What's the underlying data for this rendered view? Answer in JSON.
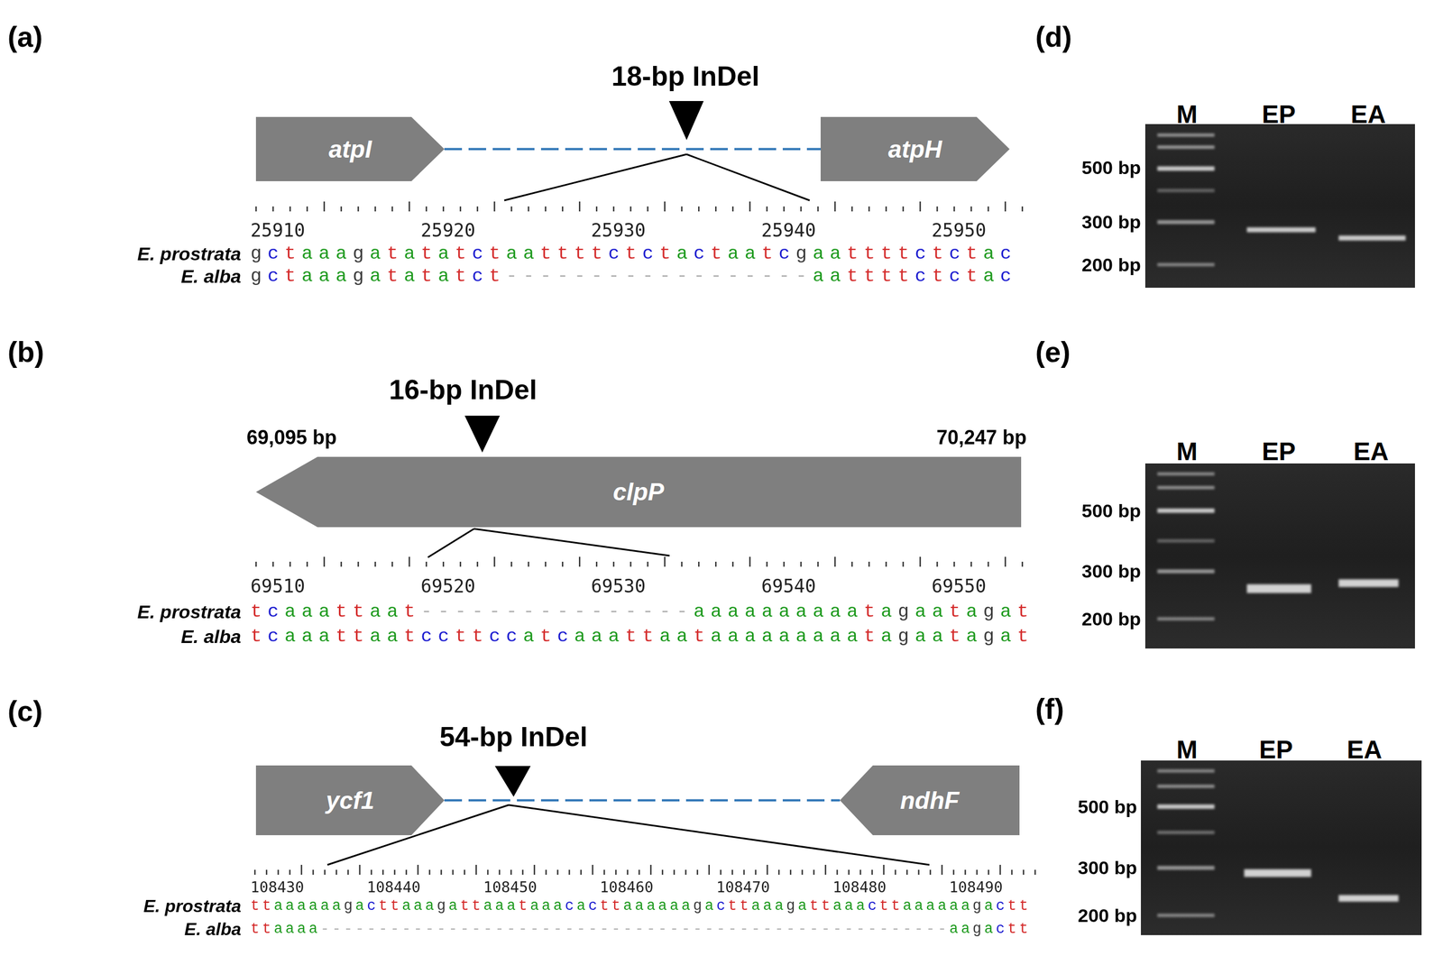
{
  "diagram": {
    "nodes": [
      {
        "text": [
          "atpI"
        ]
      },
      {
        "text": [
          "atpH"
        ]
      },
      {
        "text": [
          "clpP"
        ]
      },
      {
        "text": [
          "ycf1"
        ]
      },
      {
        "text": [
          "ndhF"
        ]
      },
      {
        "text": [
          "M",
          "EP",
          "EA"
        ]
      },
      {
        "text": [
          "M",
          "EP",
          "EA"
        ]
      },
      {
        "text": [
          "M",
          "EP",
          "EA"
        ]
      }
    ],
    "edges": [
      {
        "from": 0,
        "to": 1,
        "arrow": "none"
      },
      {
        "from": 3,
        "to": 4,
        "arrow": "none"
      }
    ],
    "labels": [
      "(a)",
      "18-bp InDel",
      "25910",
      "25920",
      "25930",
      "25940",
      "25950",
      "E. prostrata",
      "gctaaagatatatctaattttctctactaatcgaattttctctac",
      "E. alba",
      "gctaaagatatatct------------------aattttctctac",
      "(b)",
      "16-bp InDel",
      "69,095 bp",
      "70,247 bp",
      "69510",
      "69520",
      "69530",
      "69540",
      "69550",
      "E. prostrata",
      "tcaaattaat----------------aaaaaaaaaatagaatagat",
      "E. alba",
      "tcaaattaatccttccatcaaattaataaaaaaaaatagaatagat",
      "(c)",
      "54-bp InDel",
      "108430",
      "108440",
      "108450",
      "108460",
      "108470",
      "108480",
      "108490",
      "E. prostrata",
      "ttaaaaaagacttaaagattaaataaacacttaaaaaagacttaaagattaaacttaaaaaagactt",
      "E. alba",
      "ttaaaa------------------------------------------------------aagactt",
      "(d)",
      "500 bp",
      "300 bp",
      "200 bp",
      "(e)",
      "500 bp",
      "300 bp",
      "200 bp",
      "(f)",
      "500 bp",
      "300 bp",
      "200 bp"
    ]
  }
}
